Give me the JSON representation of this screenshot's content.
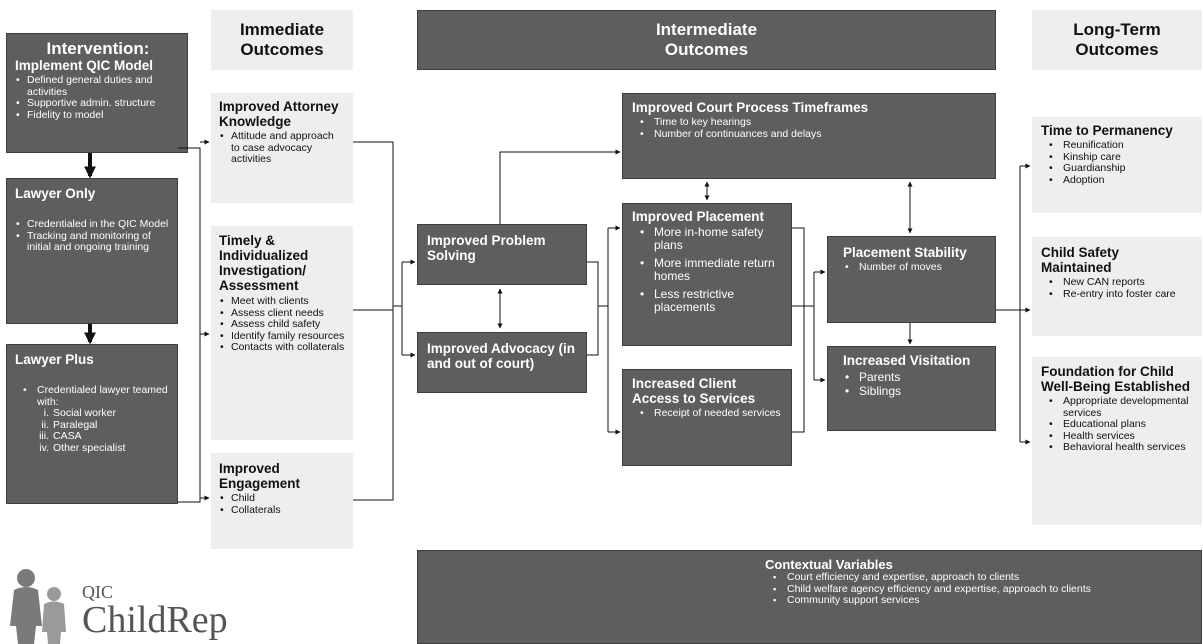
{
  "headers": {
    "immediate": "Immediate\nOutcomes",
    "intermediate": "Intermediate\nOutcomes",
    "long_term": "Long-Term\nOutcomes"
  },
  "intervention": {
    "title": "Intervention:",
    "subtitle": "Implement QIC Model",
    "items": [
      "Defined general duties and activities",
      "Supportive admin. structure",
      "Fidelity to model"
    ]
  },
  "lawyer_only": {
    "title": "Lawyer Only",
    "items": [
      "Credentialed in the QIC Model",
      "Tracking and monitoring of initial and ongoing training"
    ]
  },
  "lawyer_plus": {
    "title": "Lawyer Plus",
    "lead": "Credentialed lawyer teamed with:",
    "sub": [
      {
        "num": "i.",
        "text": "Social worker"
      },
      {
        "num": "ii.",
        "text": "Paralegal"
      },
      {
        "num": "iii.",
        "text": "CASA"
      },
      {
        "num": "iv.",
        "text": "Other specialist"
      }
    ]
  },
  "immediate": [
    {
      "title": "Improved Attorney Knowledge",
      "items": [
        "Attitude and approach to case advocacy activities"
      ]
    },
    {
      "title": "Timely & Individualized Investigation/ Assessment",
      "items": [
        "Meet with clients",
        "Assess client needs",
        "Assess child safety",
        "Identify family resources",
        "Contacts with collaterals"
      ]
    },
    {
      "title": "Improved Engagement",
      "items": [
        "Child",
        "Collaterals"
      ]
    }
  ],
  "intermediate": {
    "problem_solving": {
      "title": "Improved Problem Solving"
    },
    "advocacy": {
      "title": "Improved Advocacy (in and out of court)"
    },
    "court_timeframes": {
      "title": "Improved Court Process Timeframes",
      "items": [
        "Time to key hearings",
        "Number of continuances and delays"
      ]
    },
    "placement": {
      "title": "Improved Placement",
      "items": [
        "More in-home safety plans",
        "More immediate return homes",
        "Less restrictive placements"
      ]
    },
    "client_access": {
      "title": "Increased Client Access to Services",
      "items": [
        "Receipt of needed services"
      ]
    },
    "placement_stability": {
      "title": "Placement Stability",
      "items": [
        "Number of moves"
      ]
    },
    "visitation": {
      "title": "Increased Visitation",
      "items": [
        "Parents",
        "Siblings"
      ]
    }
  },
  "long_term": [
    {
      "title": "Time to Permanency",
      "items": [
        "Reunification",
        "Kinship care",
        "Guardianship",
        "Adoption"
      ]
    },
    {
      "title": "Child Safety Maintained",
      "items": [
        "New CAN reports",
        "Re-entry into foster care"
      ]
    },
    {
      "title": "Foundation for Child Well-Being Established",
      "items": [
        "Appropriate developmental services",
        "Educational plans",
        "Health services",
        "Behavioral health services"
      ]
    }
  ],
  "contextual": {
    "title": "Contextual Variables",
    "items": [
      "Court efficiency and expertise, approach to clients",
      "Child welfare agency efficiency and expertise, approach to clients",
      "Community support services"
    ]
  },
  "logo": {
    "small": "QIC",
    "large": "ChildRep"
  }
}
